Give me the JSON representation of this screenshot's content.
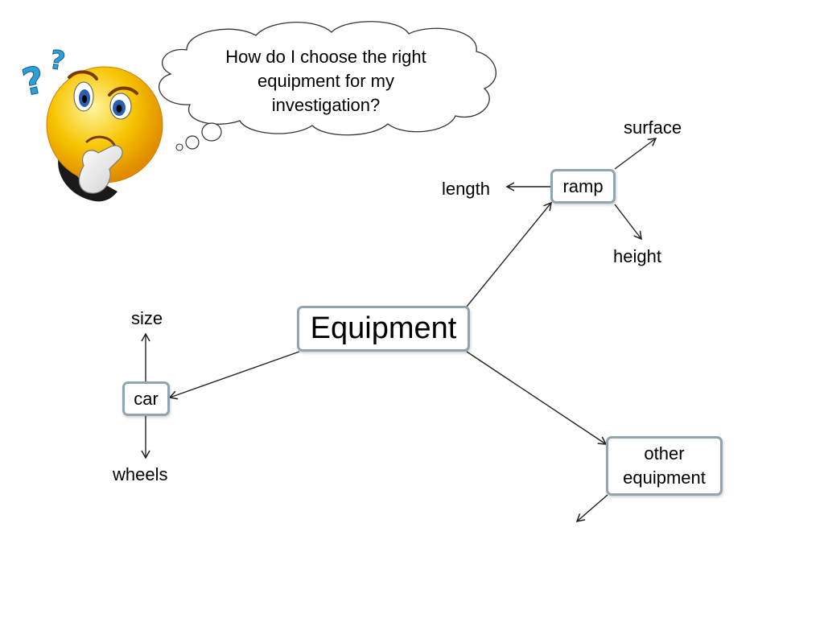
{
  "thought_bubble": {
    "text_line1": "How do I choose the right",
    "text_line2": "equipment for my",
    "text_line3": "investigation?"
  },
  "nodes": {
    "center": "Equipment",
    "ramp": "ramp",
    "car": "car",
    "other_line1": "other",
    "other_line2": "equipment"
  },
  "labels": {
    "surface": "surface",
    "length": "length",
    "height": "height",
    "size": "size",
    "wheels": "wheels"
  },
  "icons": {
    "thinking_face": "thinking-face-icon",
    "question_marks": "question-marks-icon"
  },
  "colors": {
    "node_border": "#8fa5b0",
    "face_yellow": "#f6c400",
    "question_blue": "#2f9fd8",
    "arrow": "#222222"
  }
}
